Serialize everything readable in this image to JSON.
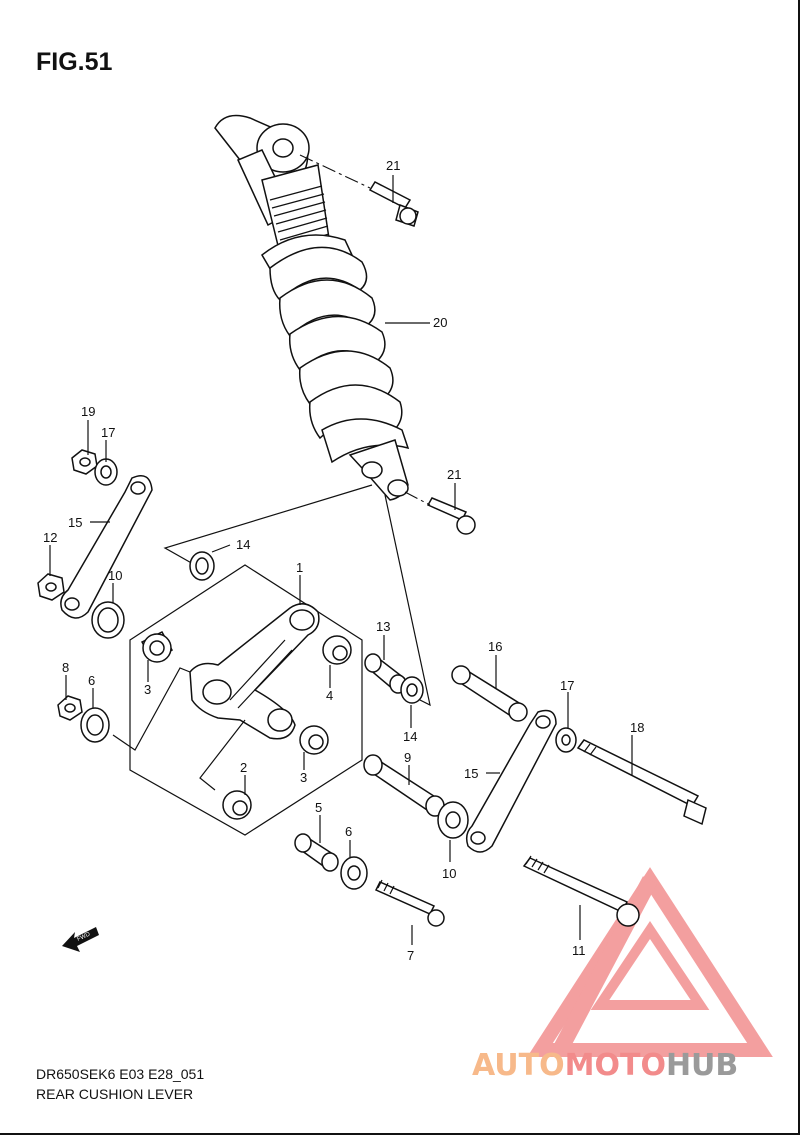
{
  "figure": {
    "title": "FIG.51",
    "model_code": "DR650SEK6 E03 E28_051",
    "part_name": "REAR CUSHION LEVER"
  },
  "callouts": [
    "21",
    "20",
    "19",
    "17",
    "15",
    "12",
    "10",
    "14",
    "1",
    "13",
    "16",
    "8",
    "6",
    "3",
    "4",
    "9",
    "17",
    "18",
    "15",
    "2",
    "3",
    "5",
    "6",
    "10",
    "14",
    "21",
    "7",
    "11"
  ],
  "fwd_label": "FWD",
  "watermark": {
    "part1": "AUTO",
    "part2": "MOTO",
    "part3": "HUB",
    "colors": {
      "part1": "#f7b98a",
      "part2": "#f28b8b",
      "part3": "#9a9a9a",
      "logo": "#f07f7f"
    }
  }
}
